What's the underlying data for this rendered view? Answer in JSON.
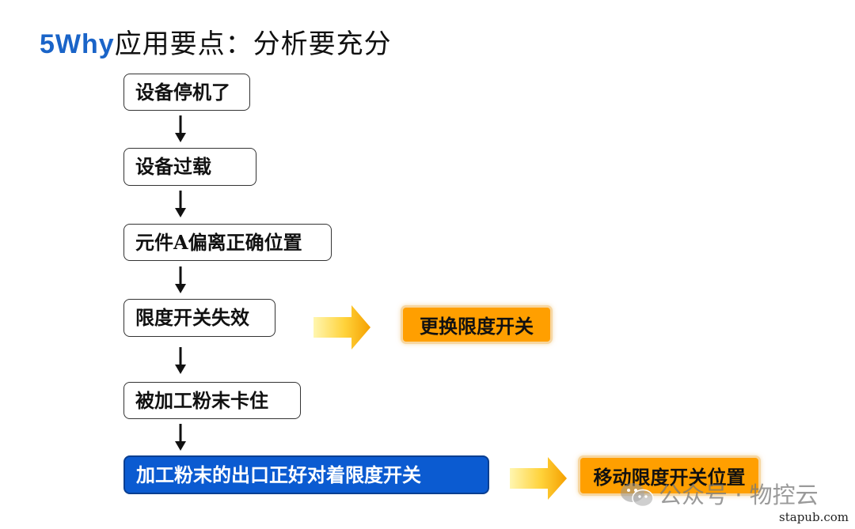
{
  "title": {
    "accent": "5Why",
    "rest": "应用要点：分析要充分"
  },
  "flow": {
    "steps": [
      {
        "label": "设备停机了"
      },
      {
        "label": "设备过载"
      },
      {
        "label": "元件A偏离正确位置"
      },
      {
        "label": "限度开关失效"
      },
      {
        "label": "被加工粉末卡住"
      },
      {
        "label": "加工粉末的出口正好对着限度开关"
      }
    ],
    "solutions": [
      {
        "label": "更换限度开关"
      },
      {
        "label": "移动限度开关位置"
      }
    ]
  },
  "colors": {
    "title_accent": "#1a64c8",
    "root_cause_fill": "#0b5bd1",
    "solution_fill": "#ff9f00",
    "arrow_gradient_start": "#fff3a0",
    "arrow_gradient_end": "#f5a400"
  },
  "watermark": {
    "icon": "wechat-icon",
    "text": "公众号 · 物控云",
    "site": "stapub.com"
  }
}
